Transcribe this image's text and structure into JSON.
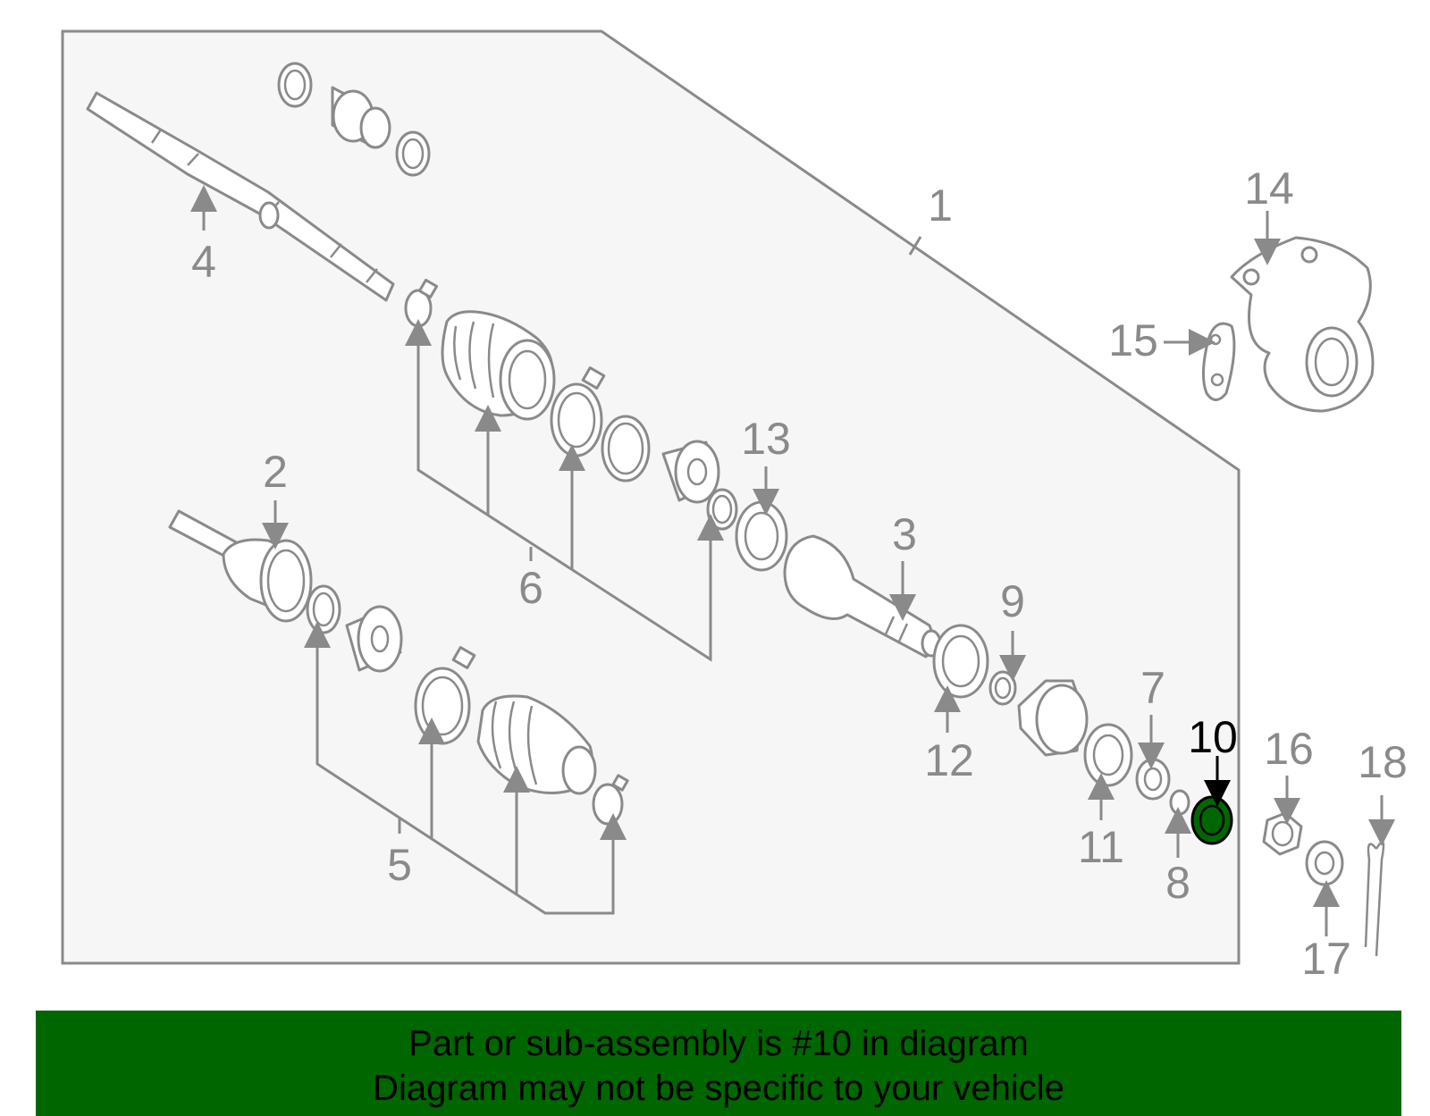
{
  "colors": {
    "banner": "#006600",
    "highlight_part": "#006600",
    "line_art": "#8a8a8a",
    "panel_fill": "#f6f6f6"
  },
  "diagram": {
    "highlighted_callout": "10",
    "callouts": [
      "1",
      "2",
      "3",
      "4",
      "5",
      "6",
      "7",
      "8",
      "9",
      "10",
      "11",
      "12",
      "13",
      "14",
      "15",
      "16",
      "17",
      "18"
    ]
  },
  "banner": {
    "line1": "Part or sub-assembly is #10 in diagram",
    "line2": "Diagram may not be specific to your vehicle"
  }
}
